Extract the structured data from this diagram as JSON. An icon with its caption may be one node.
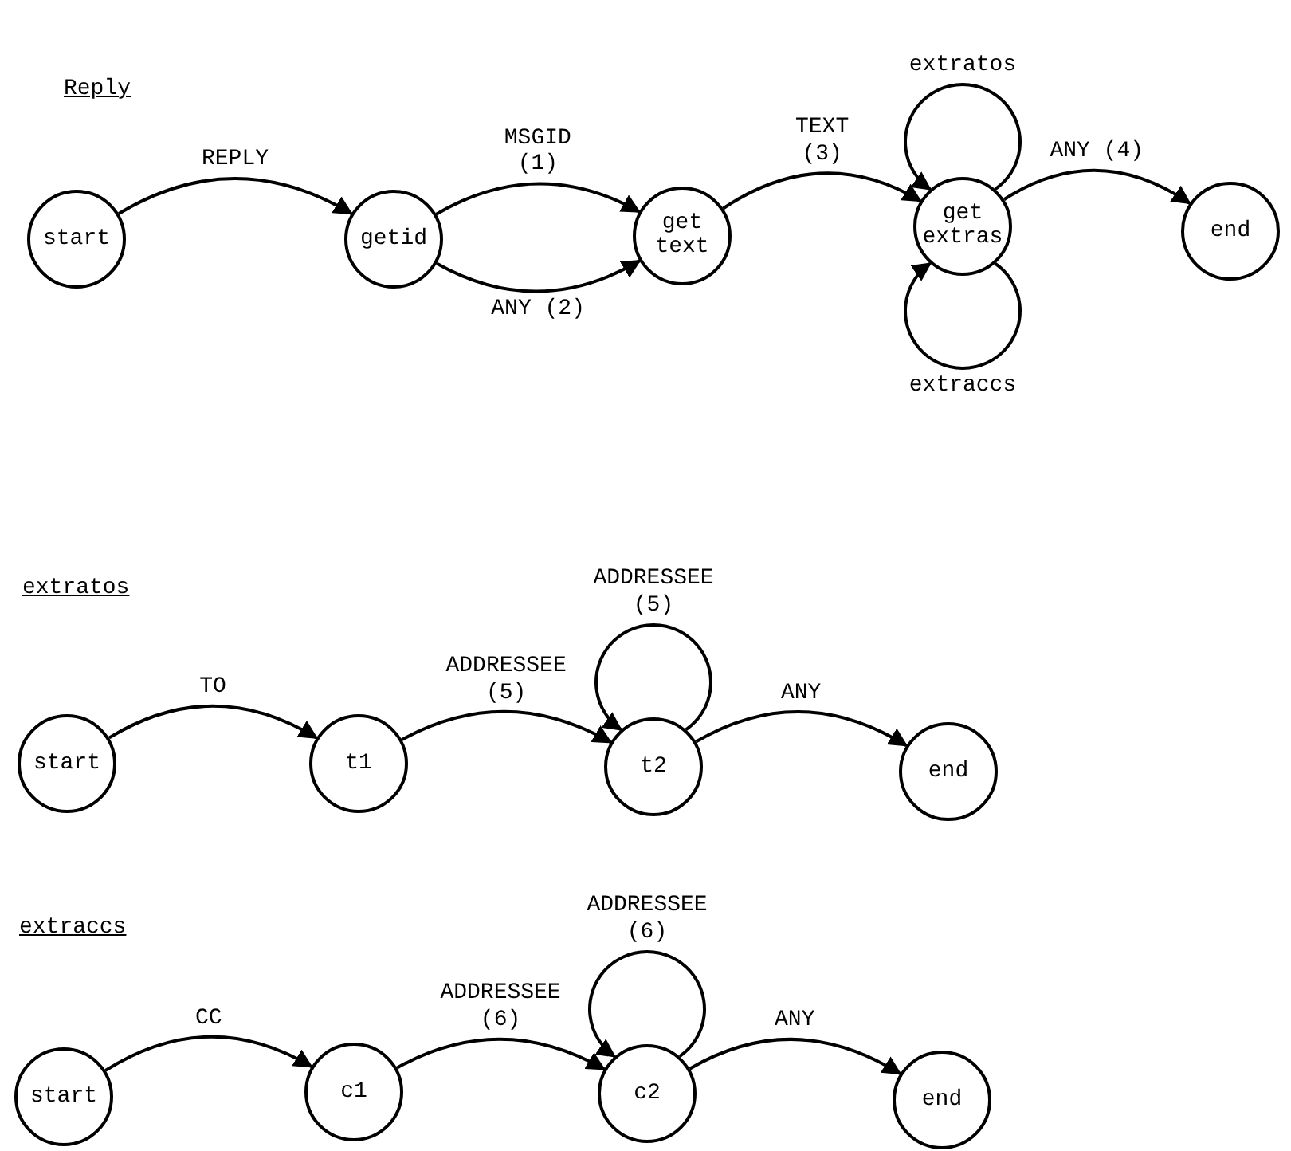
{
  "diagram": {
    "nodes": [
      {
        "text": [
          "start"
        ]
      },
      {
        "text": [
          "getid"
        ]
      },
      {
        "text": [
          "get text"
        ]
      },
      {
        "text": [
          "get extras"
        ]
      },
      {
        "text": [
          "end"
        ]
      },
      {
        "text": [
          "start"
        ]
      },
      {
        "text": [
          "t1"
        ]
      },
      {
        "text": [
          "t2"
        ]
      },
      {
        "text": [
          "end"
        ]
      },
      {
        "text": [
          "start"
        ]
      },
      {
        "text": [
          "c1"
        ]
      },
      {
        "text": [
          "c2"
        ]
      },
      {
        "text": [
          "end"
        ]
      }
    ],
    "edges": [
      {
        "from": 0,
        "to": 1,
        "arrow": "to",
        "label": "REPLY"
      },
      {
        "from": 1,
        "to": 2,
        "arrow": "to",
        "label": "MSGID (1)"
      },
      {
        "from": 1,
        "to": 2,
        "arrow": "to",
        "label": "ANY (2)"
      },
      {
        "from": 2,
        "to": 3,
        "arrow": "to",
        "label": "TEXT (3)"
      },
      {
        "from": 3,
        "to": 3,
        "arrow": "to",
        "label": "extratos"
      },
      {
        "from": 3,
        "to": 3,
        "arrow": "to",
        "label": "extraccs"
      },
      {
        "from": 3,
        "to": 4,
        "arrow": "to",
        "label": "ANY (4)"
      },
      {
        "from": 5,
        "to": 6,
        "arrow": "to",
        "label": "TO"
      },
      {
        "from": 6,
        "to": 7,
        "arrow": "to",
        "label": "ADDRESSEE (5)"
      },
      {
        "from": 7,
        "to": 7,
        "arrow": "to",
        "label": "ADDRESSEE (5)"
      },
      {
        "from": 7,
        "to": 8,
        "arrow": "to",
        "label": "ANY"
      },
      {
        "from": 9,
        "to": 10,
        "arrow": "to",
        "label": "CC"
      },
      {
        "from": 10,
        "to": 11,
        "arrow": "to",
        "label": "ADDRESSEE (6)"
      },
      {
        "from": 11,
        "to": 11,
        "arrow": "to",
        "label": "ADDRESSEE (6)"
      },
      {
        "from": 11,
        "to": 12,
        "arrow": "to",
        "label": "ANY"
      }
    ],
    "labels": [
      "Reply",
      "extratos",
      "extraccs"
    ]
  }
}
